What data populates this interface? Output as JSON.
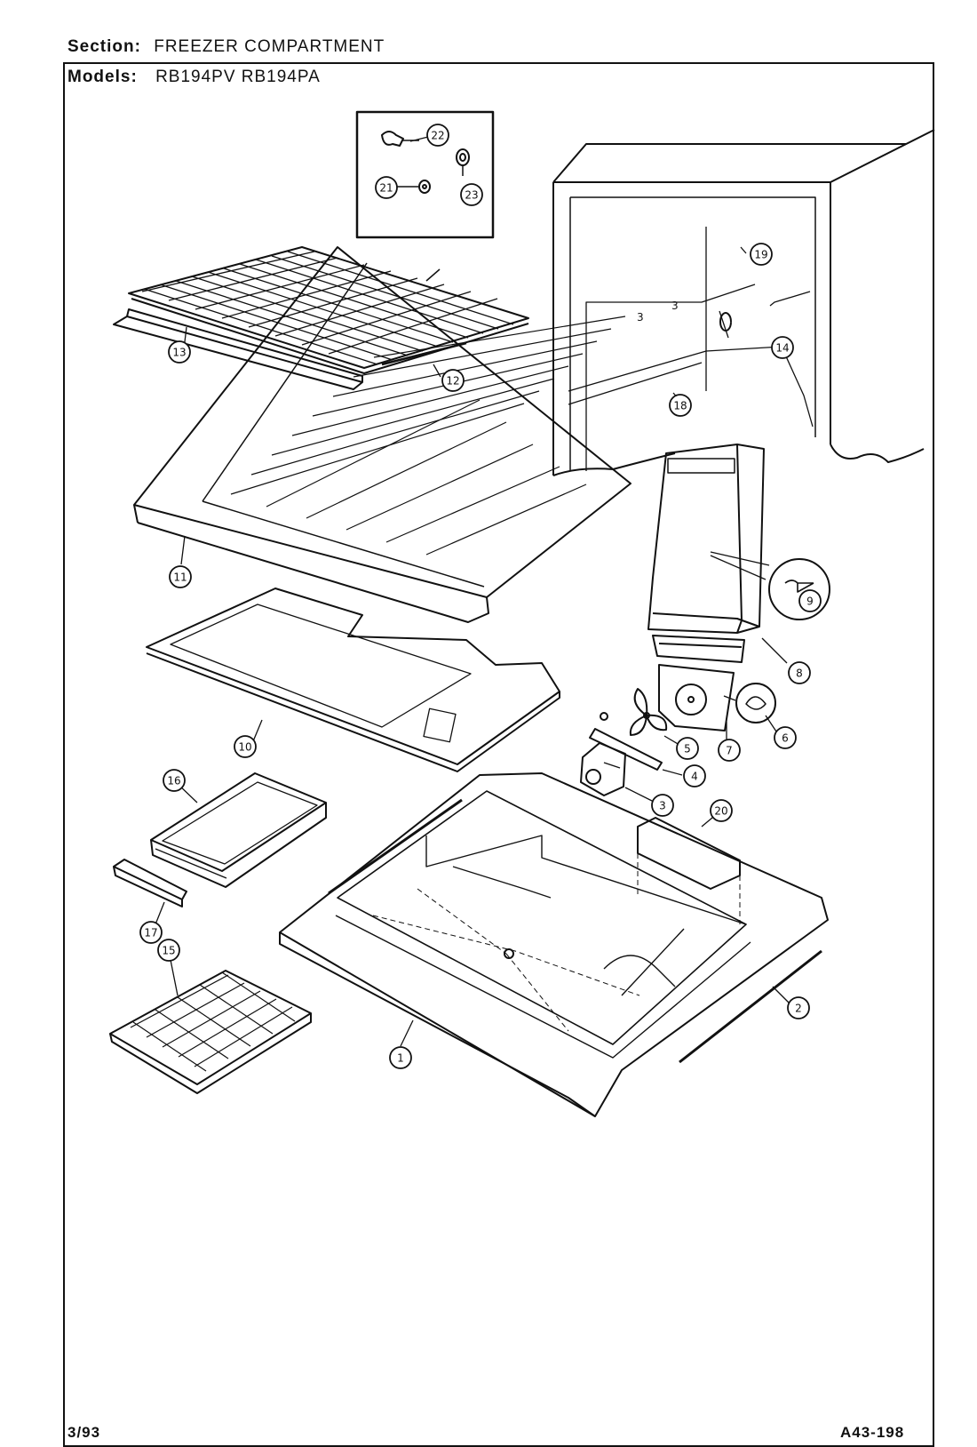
{
  "header": {
    "section_label": "Section:",
    "section_value": "FREEZER COMPARTMENT",
    "models_label": "Models:",
    "models_value": "RB194PV RB194PA"
  },
  "footer": {
    "date": "3/93",
    "doc_number": "A43-198"
  },
  "callouts": [
    "1",
    "2",
    "3",
    "4",
    "5",
    "6",
    "7",
    "8",
    "9",
    "10",
    "11",
    "12",
    "13",
    "14",
    "15",
    "16",
    "17",
    "18",
    "19",
    "20",
    "21",
    "22",
    "23"
  ],
  "small_marks": [
    "3",
    "3"
  ]
}
